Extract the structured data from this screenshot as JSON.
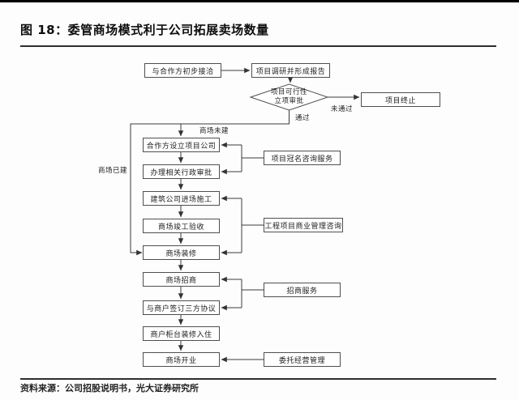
{
  "page": {
    "title": "图 18：委管商场模式利于公司拓展卖场数量",
    "source": "资料来源：公司招股说明书，光大证券研究所"
  },
  "flowchart": {
    "nodes": {
      "initial_contact": "与合作方初步接洽",
      "project_research": "项目调研并形成报告",
      "feasibility_line1": "项目可行性",
      "feasibility_line2": "立项审批",
      "project_termination": "项目终止",
      "setup_company": "合作方设立项目公司",
      "admin_approval": "办理相关行政审批",
      "construction": "建筑公司进场施工",
      "completion_acceptance": "商场竣工验收",
      "mall_decoration": "商场装修",
      "mall_leasing": "商场招商",
      "tripartite_agreement": "与商户签订三方协议",
      "merchant_movein": "商户柜台装修入住",
      "mall_opening": "商场开业",
      "naming_consulting": "项目冠名咨询服务",
      "pm_consulting": "工程项目商业管理咨询",
      "leasing_service": "招商服务",
      "entrusted_management": "委托经营管理"
    },
    "labels": {
      "not_passed": "未通过",
      "passed": "通过",
      "mall_not_built": "商场未建",
      "mall_built": "商场已建"
    },
    "colors": {
      "topbar": "#000000",
      "line": "#3a3a3a",
      "box_border": "#4f4f4f",
      "text": "#1d1d1d"
    }
  }
}
